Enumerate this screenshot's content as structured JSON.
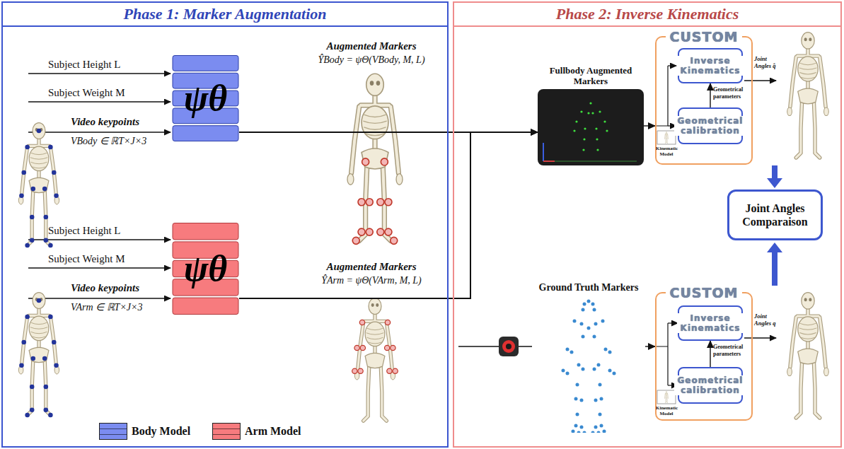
{
  "diagram": {
    "nodes": [
      {
        "text": [
          "Phase 1: Marker Augmentation"
        ]
      },
      {
        "text": [
          "ψθ"
        ],
        "in": 0
      },
      {
        "text": [
          "Augmented Markers",
          "ŶBody = ψΘ(VBody, M, L)"
        ],
        "in": 0
      },
      {
        "text": [
          "ψθ"
        ],
        "in": 0
      },
      {
        "text": [
          "Augmented Markers",
          "ŶArm = ψΘ(VArm, M, L)"
        ],
        "in": 0
      },
      {
        "text": [
          "Phase 2: Inverse Kinematics"
        ]
      },
      {
        "text": [
          "Fullbody Augmented Markers"
        ],
        "in": 5
      },
      {
        "text": [
          "CUSTOM"
        ],
        "in": 5
      },
      {
        "text": [
          "Inverse Kinematics"
        ],
        "in": 7
      },
      {
        "text": [
          "Geometrical calibration"
        ],
        "in": 7
      },
      {
        "text": [
          "Joint Angles Comparaison"
        ],
        "in": 5
      },
      {
        "text": [
          "Ground Truth Markers"
        ],
        "in": 5
      },
      {
        "text": [
          "CUSTOM"
        ],
        "in": 5
      },
      {
        "text": [
          "Inverse Kinematics"
        ],
        "in": 12
      },
      {
        "text": [
          "Geometrical calibration"
        ],
        "in": 12
      }
    ],
    "edges": [
      {
        "from": 1,
        "to": 6,
        "arrow": "to"
      },
      {
        "from": 3,
        "to": 6,
        "arrow": "to"
      },
      {
        "from": 6,
        "to": 7,
        "arrow": "to"
      },
      {
        "from": 9,
        "to": 8,
        "arrow": "to",
        "label": "Geometrical parameters"
      },
      {
        "from": 11,
        "to": 12,
        "arrow": "to"
      },
      {
        "from": 14,
        "to": 13,
        "arrow": "to",
        "label": "Geometrical parameters"
      }
    ],
    "labels": [
      "Subject Height L",
      "Subject Weight M",
      "Video keypoints",
      "VBody ∈ ℝT×J×3",
      "Subject Height L",
      "Subject Weight M",
      "Video keypoints",
      "VArm ∈ ℝT×J×3",
      "Kinematic Model",
      "Joint Angles q̂",
      "Kinematic Model",
      "Joint Angles q"
    ],
    "legend": [
      {
        "text": "Body Model",
        "color": "#7b8cf0"
      },
      {
        "text": "Arm Model",
        "color": "#f77b7e"
      }
    ]
  }
}
